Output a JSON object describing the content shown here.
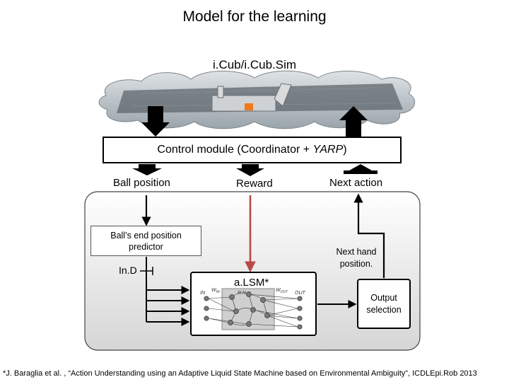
{
  "title": "Model for the learning",
  "cloud_label": "i.Cub/i.Cub.Sim",
  "control_module": {
    "text": "Control module (Coordinator + ",
    "italic": "YARP",
    "close": ")"
  },
  "labels": {
    "ball_position": "Ball position",
    "reward": "Reward",
    "next_action": "Next action"
  },
  "predictor": {
    "line1": "Ball’s end position",
    "line2": "predictor"
  },
  "ind": "In.D",
  "next_hand": {
    "line1": "Next hand",
    "line2": "position."
  },
  "alsm": {
    "label": "a.LSM*",
    "tags": {
      "in": "IN",
      "win": "W",
      "win_sub": "IN",
      "rn": "R.N",
      "wout": "W",
      "wout_sub": "OUT",
      "out": "OUT"
    }
  },
  "output": {
    "line1": "Output",
    "line2": "selection"
  },
  "footnote": "*J. Baraglia et al. , “Action Understanding using an Adaptive Liquid State Machine based on Environmental Ambiguity”, ICDLEpi.Rob 2013",
  "colors": {
    "reward_arrow": "#b94a48",
    "panel_fill": "#e6e6e6",
    "cloud_fill": "#a9b3ba"
  }
}
